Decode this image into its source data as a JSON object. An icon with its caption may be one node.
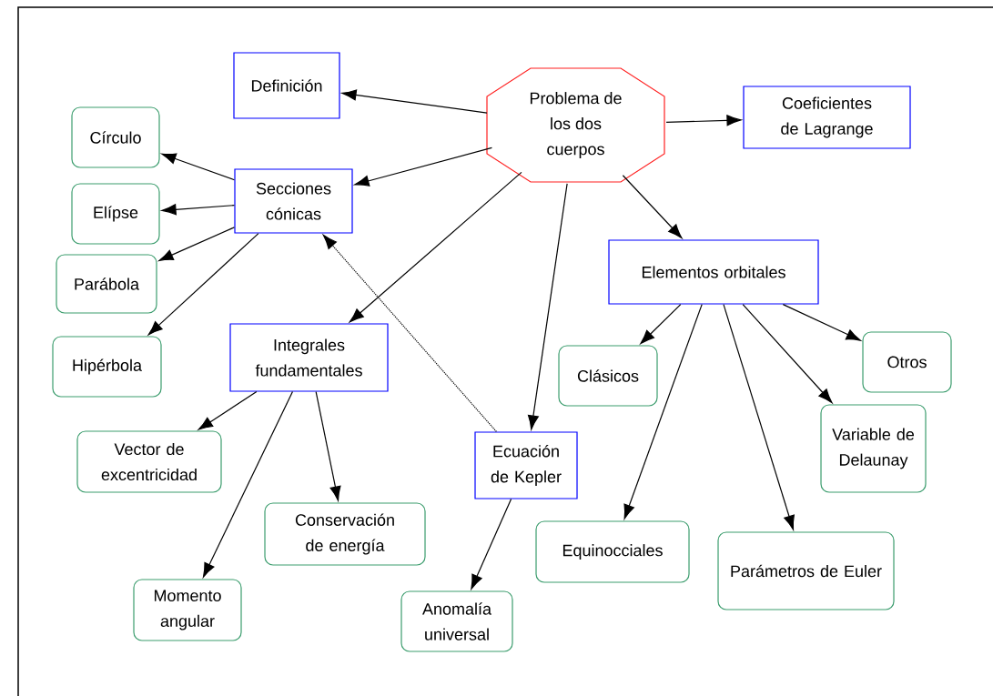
{
  "diagram": {
    "nodes": [
      {
        "text": [
          "Problema de los dos cuerpos"
        ]
      },
      {
        "text": [
          "Definición"
        ]
      },
      {
        "text": [
          "Coeficientes de Lagrange"
        ]
      },
      {
        "text": [
          "Secciones cónicas"
        ]
      },
      {
        "text": [
          "Círculo"
        ]
      },
      {
        "text": [
          "Elípse"
        ]
      },
      {
        "text": [
          "Parábola"
        ]
      },
      {
        "text": [
          "Hipérbola"
        ]
      },
      {
        "text": [
          "Elementos orbitales"
        ]
      },
      {
        "text": [
          "Integrales fundamentales"
        ]
      },
      {
        "text": [
          "Clásicos"
        ]
      },
      {
        "text": [
          "Otros"
        ]
      },
      {
        "text": [
          "Vector de excentricidad"
        ]
      },
      {
        "text": [
          "Ecuación de Kepler"
        ]
      },
      {
        "text": [
          "Variable de Delaunay"
        ]
      },
      {
        "text": [
          "Conservación de energía"
        ]
      },
      {
        "text": [
          "Equinocciales"
        ]
      },
      {
        "text": [
          "Parámetros de Euler"
        ]
      },
      {
        "text": [
          "Momento angular"
        ]
      },
      {
        "text": [
          "Anomalía universal"
        ]
      }
    ],
    "edges": [
      {
        "from": 0,
        "to": 1,
        "arrow": "to"
      },
      {
        "from": 0,
        "to": 2,
        "arrow": "to"
      },
      {
        "from": 0,
        "to": 3,
        "arrow": "to"
      },
      {
        "from": 0,
        "to": 8,
        "arrow": "to"
      },
      {
        "from": 0,
        "to": 9,
        "arrow": "to"
      },
      {
        "from": 0,
        "to": 13,
        "arrow": "to"
      },
      {
        "from": 3,
        "to": 4,
        "arrow": "to"
      },
      {
        "from": 3,
        "to": 5,
        "arrow": "to"
      },
      {
        "from": 3,
        "to": 6,
        "arrow": "to"
      },
      {
        "from": 3,
        "to": 7,
        "arrow": "to"
      },
      {
        "from": 13,
        "to": 3,
        "arrow": "to",
        "style": "dashed"
      },
      {
        "from": 9,
        "to": 12,
        "arrow": "to"
      },
      {
        "from": 9,
        "to": 15,
        "arrow": "to"
      },
      {
        "from": 9,
        "to": 18,
        "arrow": "to"
      },
      {
        "from": 13,
        "to": 19,
        "arrow": "to"
      },
      {
        "from": 8,
        "to": 10,
        "arrow": "to"
      },
      {
        "from": 8,
        "to": 16,
        "arrow": "to"
      },
      {
        "from": 8,
        "to": 17,
        "arrow": "to"
      },
      {
        "from": 8,
        "to": 14,
        "arrow": "to"
      },
      {
        "from": 8,
        "to": 11,
        "arrow": "to"
      }
    ]
  }
}
